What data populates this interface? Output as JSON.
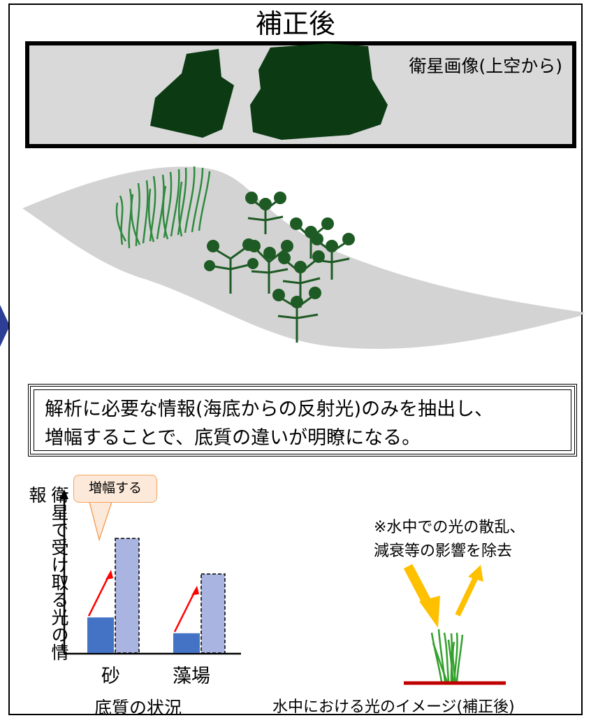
{
  "title": "補正後",
  "satellite": {
    "label": "衛星画像(上空から)"
  },
  "note": {
    "line1": "解析に必要な情報(海底からの反射光)のみを抽出し、",
    "line2": "増幅することで、底質の違いが明瞭になる。"
  },
  "bar_chart": {
    "callout": "増幅する",
    "ylabel": "衛星で受け取る光の情報",
    "xlabel": "底質の状況",
    "categories": [
      "砂",
      "藻場"
    ],
    "before": [
      0.45,
      0.25
    ],
    "after": [
      1.45,
      1.0
    ],
    "colors": {
      "before": "#4472c4",
      "after": "#a9b5e0",
      "arrow": "#ff0000"
    }
  },
  "light_diagram": {
    "note_line1": "※水中での光の散乱、",
    "note_line2": "減衰等の影響を除去",
    "caption": "水中における光のイメージ(補正後)",
    "colors": {
      "arrow": "#ffc000",
      "seabed": "#c00000",
      "seagrass": "#33a02c"
    }
  },
  "colors": {
    "dark_patch": "#0b3a13",
    "seabed_gray": "#d3d3d3",
    "kelp": "#1e5a24",
    "grass": "#2e8b3e"
  }
}
